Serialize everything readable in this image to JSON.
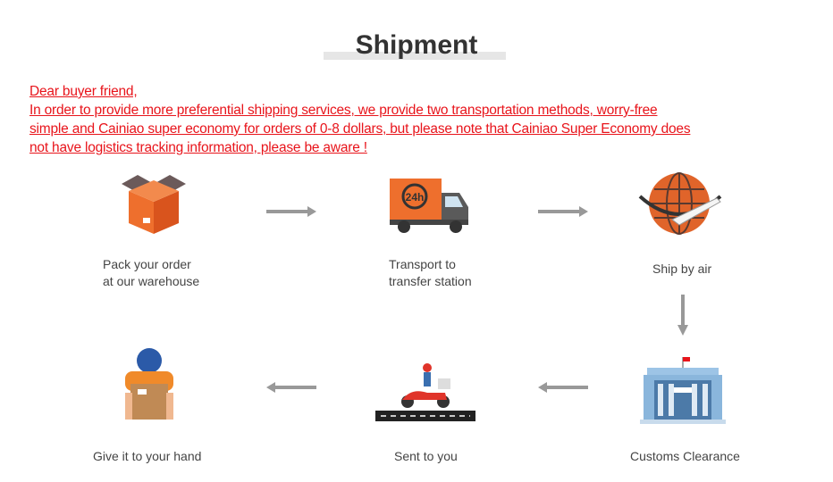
{
  "title": "Shipment",
  "notice": {
    "line1": "Dear buyer friend,",
    "line2": "In order to provide more preferential shipping services, we provide two transportation methods, worry-free",
    "line3": "simple and Cainiao super economy for orders of 0-8 dollars, but please note that Cainiao Super Economy does",
    "line4": "not have logistics tracking information, please be aware !"
  },
  "steps": [
    {
      "line1": "Pack your order",
      "line2": "at our warehouse",
      "icon": "box-icon"
    },
    {
      "line1": "Transport to",
      "line2": "transfer station",
      "icon": "truck-icon"
    },
    {
      "line1": "Ship by air",
      "icon": "globe-plane-icon"
    },
    {
      "line1": "Customs Clearance",
      "icon": "building-icon"
    },
    {
      "line1": "Sent to you",
      "icon": "scooter-icon"
    },
    {
      "line1": "Give it to your hand",
      "icon": "courier-icon"
    }
  ],
  "truck_badge": "24h",
  "colors": {
    "accent": "#e8141b",
    "orange": "#ee6f2d",
    "arrow": "#999999"
  }
}
